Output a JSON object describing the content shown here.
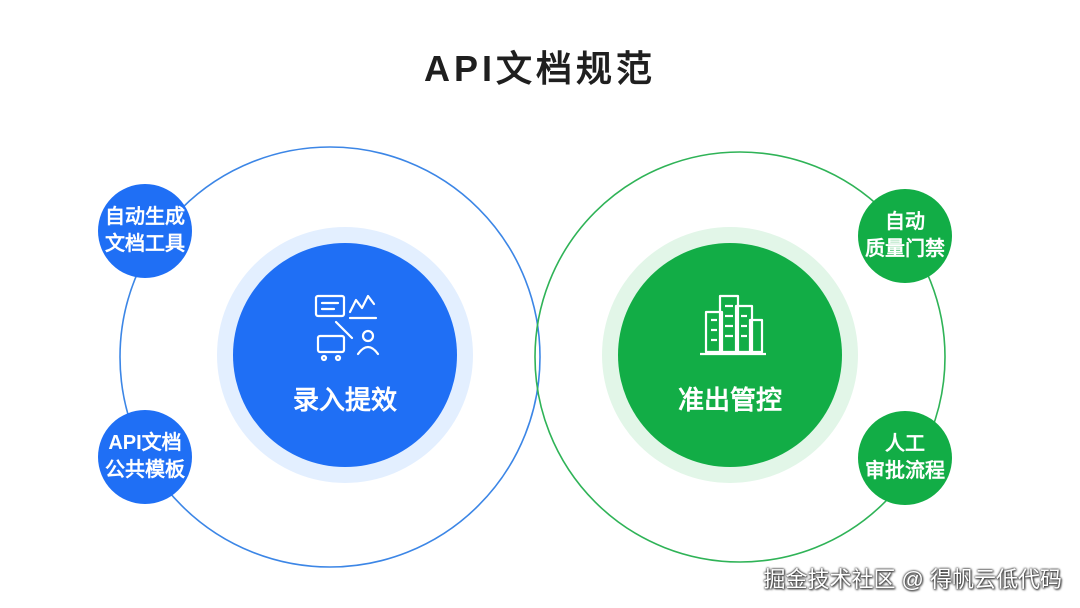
{
  "title": "API文档规范",
  "left": {
    "center": "录入提效",
    "top": [
      "自动生成",
      "文档工具"
    ],
    "bottom": [
      "API文档",
      "公共模板"
    ],
    "center_icon": "document-workflow-icon"
  },
  "right": {
    "center": "准出管控",
    "top": [
      "自动",
      "质量门禁"
    ],
    "bottom": [
      "人工",
      "审批流程"
    ],
    "center_icon": "buildings-icon"
  },
  "watermark": "掘金技术社区 @ 得帆云低代码",
  "colors": {
    "blue": "#1f6ff5",
    "blue_ring": "#3c86e6",
    "blue_halo": "#e3efff",
    "green": "#12ad46",
    "green_ring": "#2fb357",
    "green_halo": "#e2f6e8",
    "title": "#1f1f1f"
  }
}
